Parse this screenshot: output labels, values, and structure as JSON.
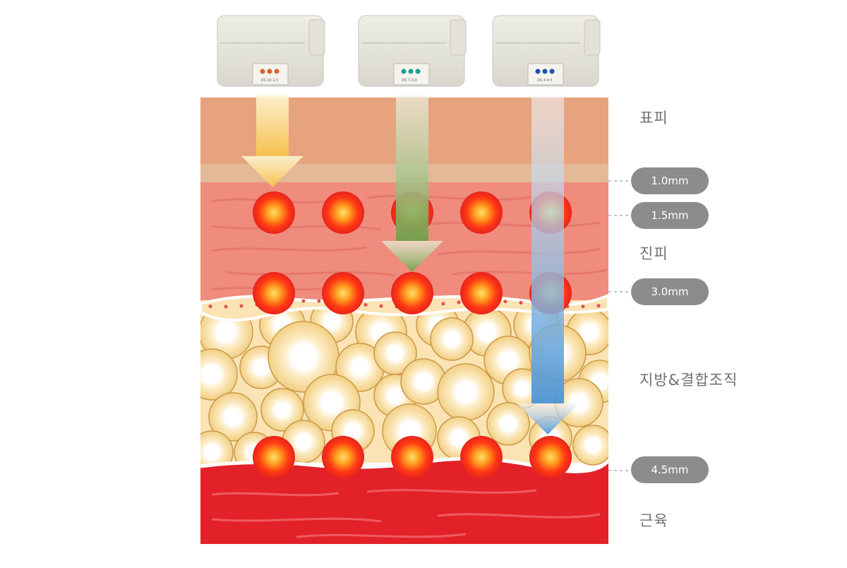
{
  "layers": [
    {
      "id": "epidermis",
      "label": "표피"
    },
    {
      "id": "dermis",
      "label": "진피"
    },
    {
      "id": "fat",
      "label": "지방&결합조직"
    },
    {
      "id": "muscle",
      "label": "근육"
    }
  ],
  "depths": [
    {
      "id": "d10",
      "label": "1.0mm"
    },
    {
      "id": "d15",
      "label": "1.5mm"
    },
    {
      "id": "d30",
      "label": "3.0mm"
    },
    {
      "id": "d45",
      "label": "4.5mm"
    }
  ],
  "cartridges": [
    {
      "id": "c1",
      "code": "DS 10-1.5",
      "dot_color": "#d4662b",
      "arrow_color": "#f6c24a"
    },
    {
      "id": "c2",
      "code": "DS 7-3.0",
      "dot_color": "#1aa08c",
      "arrow_color": "#6fa04a"
    },
    {
      "id": "c3",
      "code": "DS 4-4.5",
      "dot_color": "#1f4fb5",
      "arrow_color": "#4b95d6"
    }
  ],
  "colors": {
    "epidermis": "#e6a37e",
    "epidermis_band": "#e3b998",
    "dermis": "#ef8c7d",
    "fat_bg": "#fbe3b4",
    "muscle": "#e32128",
    "pill": "#8c8c8c",
    "label_text": "#707070"
  }
}
